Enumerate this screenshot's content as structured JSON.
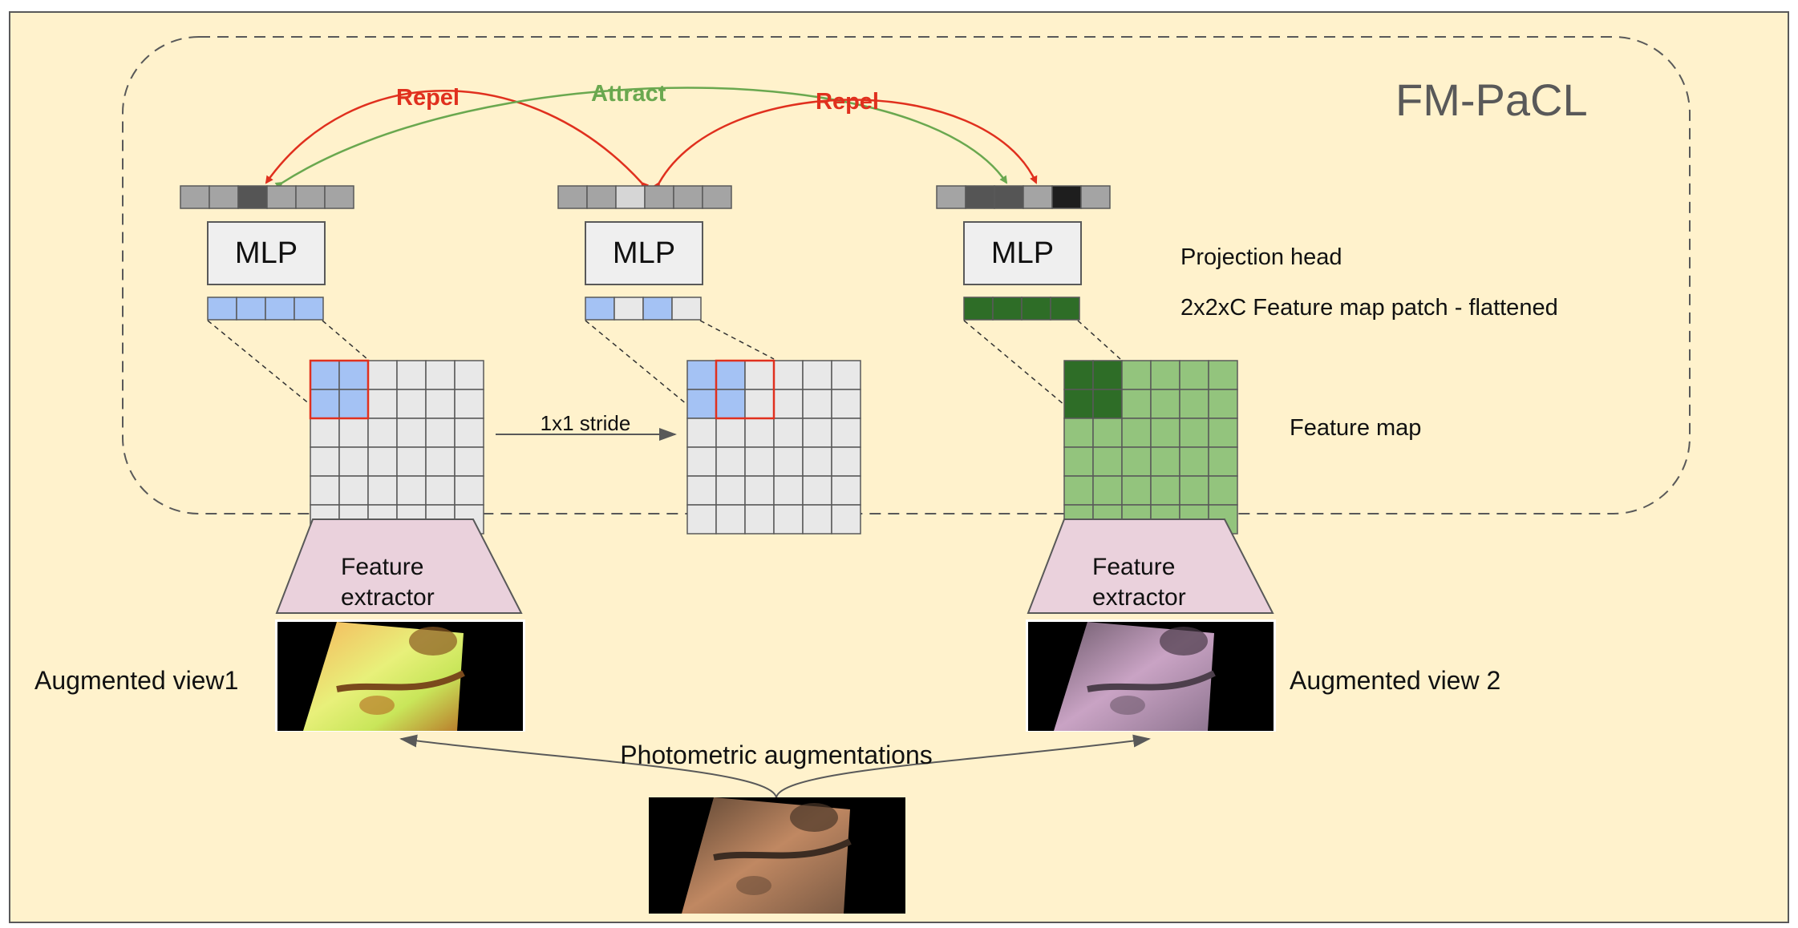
{
  "title": "FM-PaCL",
  "labels": {
    "repel_left": "Repel",
    "attract": "Attract",
    "repel_right": "Repel",
    "mlp": "MLP",
    "projection_head": "Projection head",
    "patch": "2x2xC Feature map patch - flattened",
    "feature_map": "Feature map",
    "stride": "1x1 stride",
    "extractor_line1": "Feature",
    "extractor_line2": "extractor",
    "view1": "Augmented view1",
    "view2": "Augmented view 2",
    "photometric": "Photometric augmentations"
  },
  "projection_vectors": [
    [
      "#a4a4a4",
      "#a4a4a4",
      "#555555",
      "#a4a4a4",
      "#a4a4a4",
      "#a4a4a4"
    ],
    [
      "#a4a4a4",
      "#a4a4a4",
      "#d6d6d6",
      "#a4a4a4",
      "#a4a4a4",
      "#a4a4a4"
    ],
    [
      "#a4a4a4",
      "#555555",
      "#555555",
      "#a4a4a4",
      "#1e1e1e",
      "#a4a4a4"
    ]
  ],
  "patch_vectors": [
    [
      "#a4c2f4",
      "#a4c2f4",
      "#a4c2f4",
      "#a4c2f4"
    ],
    [
      "#a4c2f4",
      "#e8e8e8",
      "#a4c2f4",
      "#e8e8e8"
    ],
    [
      "#2e6d27",
      "#2e6d27",
      "#2e6d27",
      "#2e6d27"
    ]
  ],
  "colors": {
    "background": "#fff2cc",
    "repel": "#e0301e",
    "attract": "#6aa84f",
    "mlp_fill": "#efefef",
    "extractor_fill": "#ead1dc",
    "grid_fill": "#e8e8e8",
    "grid_blue": "#a4c2f4",
    "grid_green": "#93c47d",
    "grid_dark_green": "#2e6d27",
    "patch_outline": "#e0301e"
  }
}
